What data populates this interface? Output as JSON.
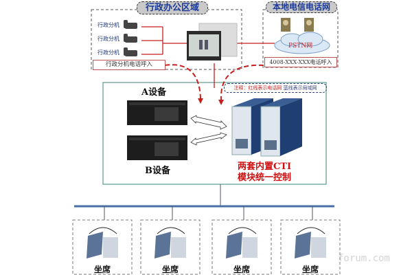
{
  "office_zone": {
    "title": "行政办公区域",
    "extensions": [
      "行政分机",
      "行政分机",
      "行政分机"
    ],
    "incoming_label": "行政分机电话呼入"
  },
  "telecom_zone": {
    "title": "本地电信电话网",
    "cloud_label": "PSTN网",
    "incoming_label": "4008-XXX-XXX电话呼入"
  },
  "core": {
    "note_prefix": "注释：红线表示电话网",
    "note_suffix": "蓝线表示局域网",
    "device_a": "A设备",
    "device_b": "B设备",
    "cti_line1": "两套内置CTI",
    "cti_line2": "模块统一控制"
  },
  "agents": [
    "坐席",
    "坐席",
    "坐席",
    "坐席"
  ],
  "watermark": "forum.com",
  "colors": {
    "phone_line": "#c81e1e",
    "lan_line": "#4a6fa5",
    "frame": "#5a9a90"
  }
}
